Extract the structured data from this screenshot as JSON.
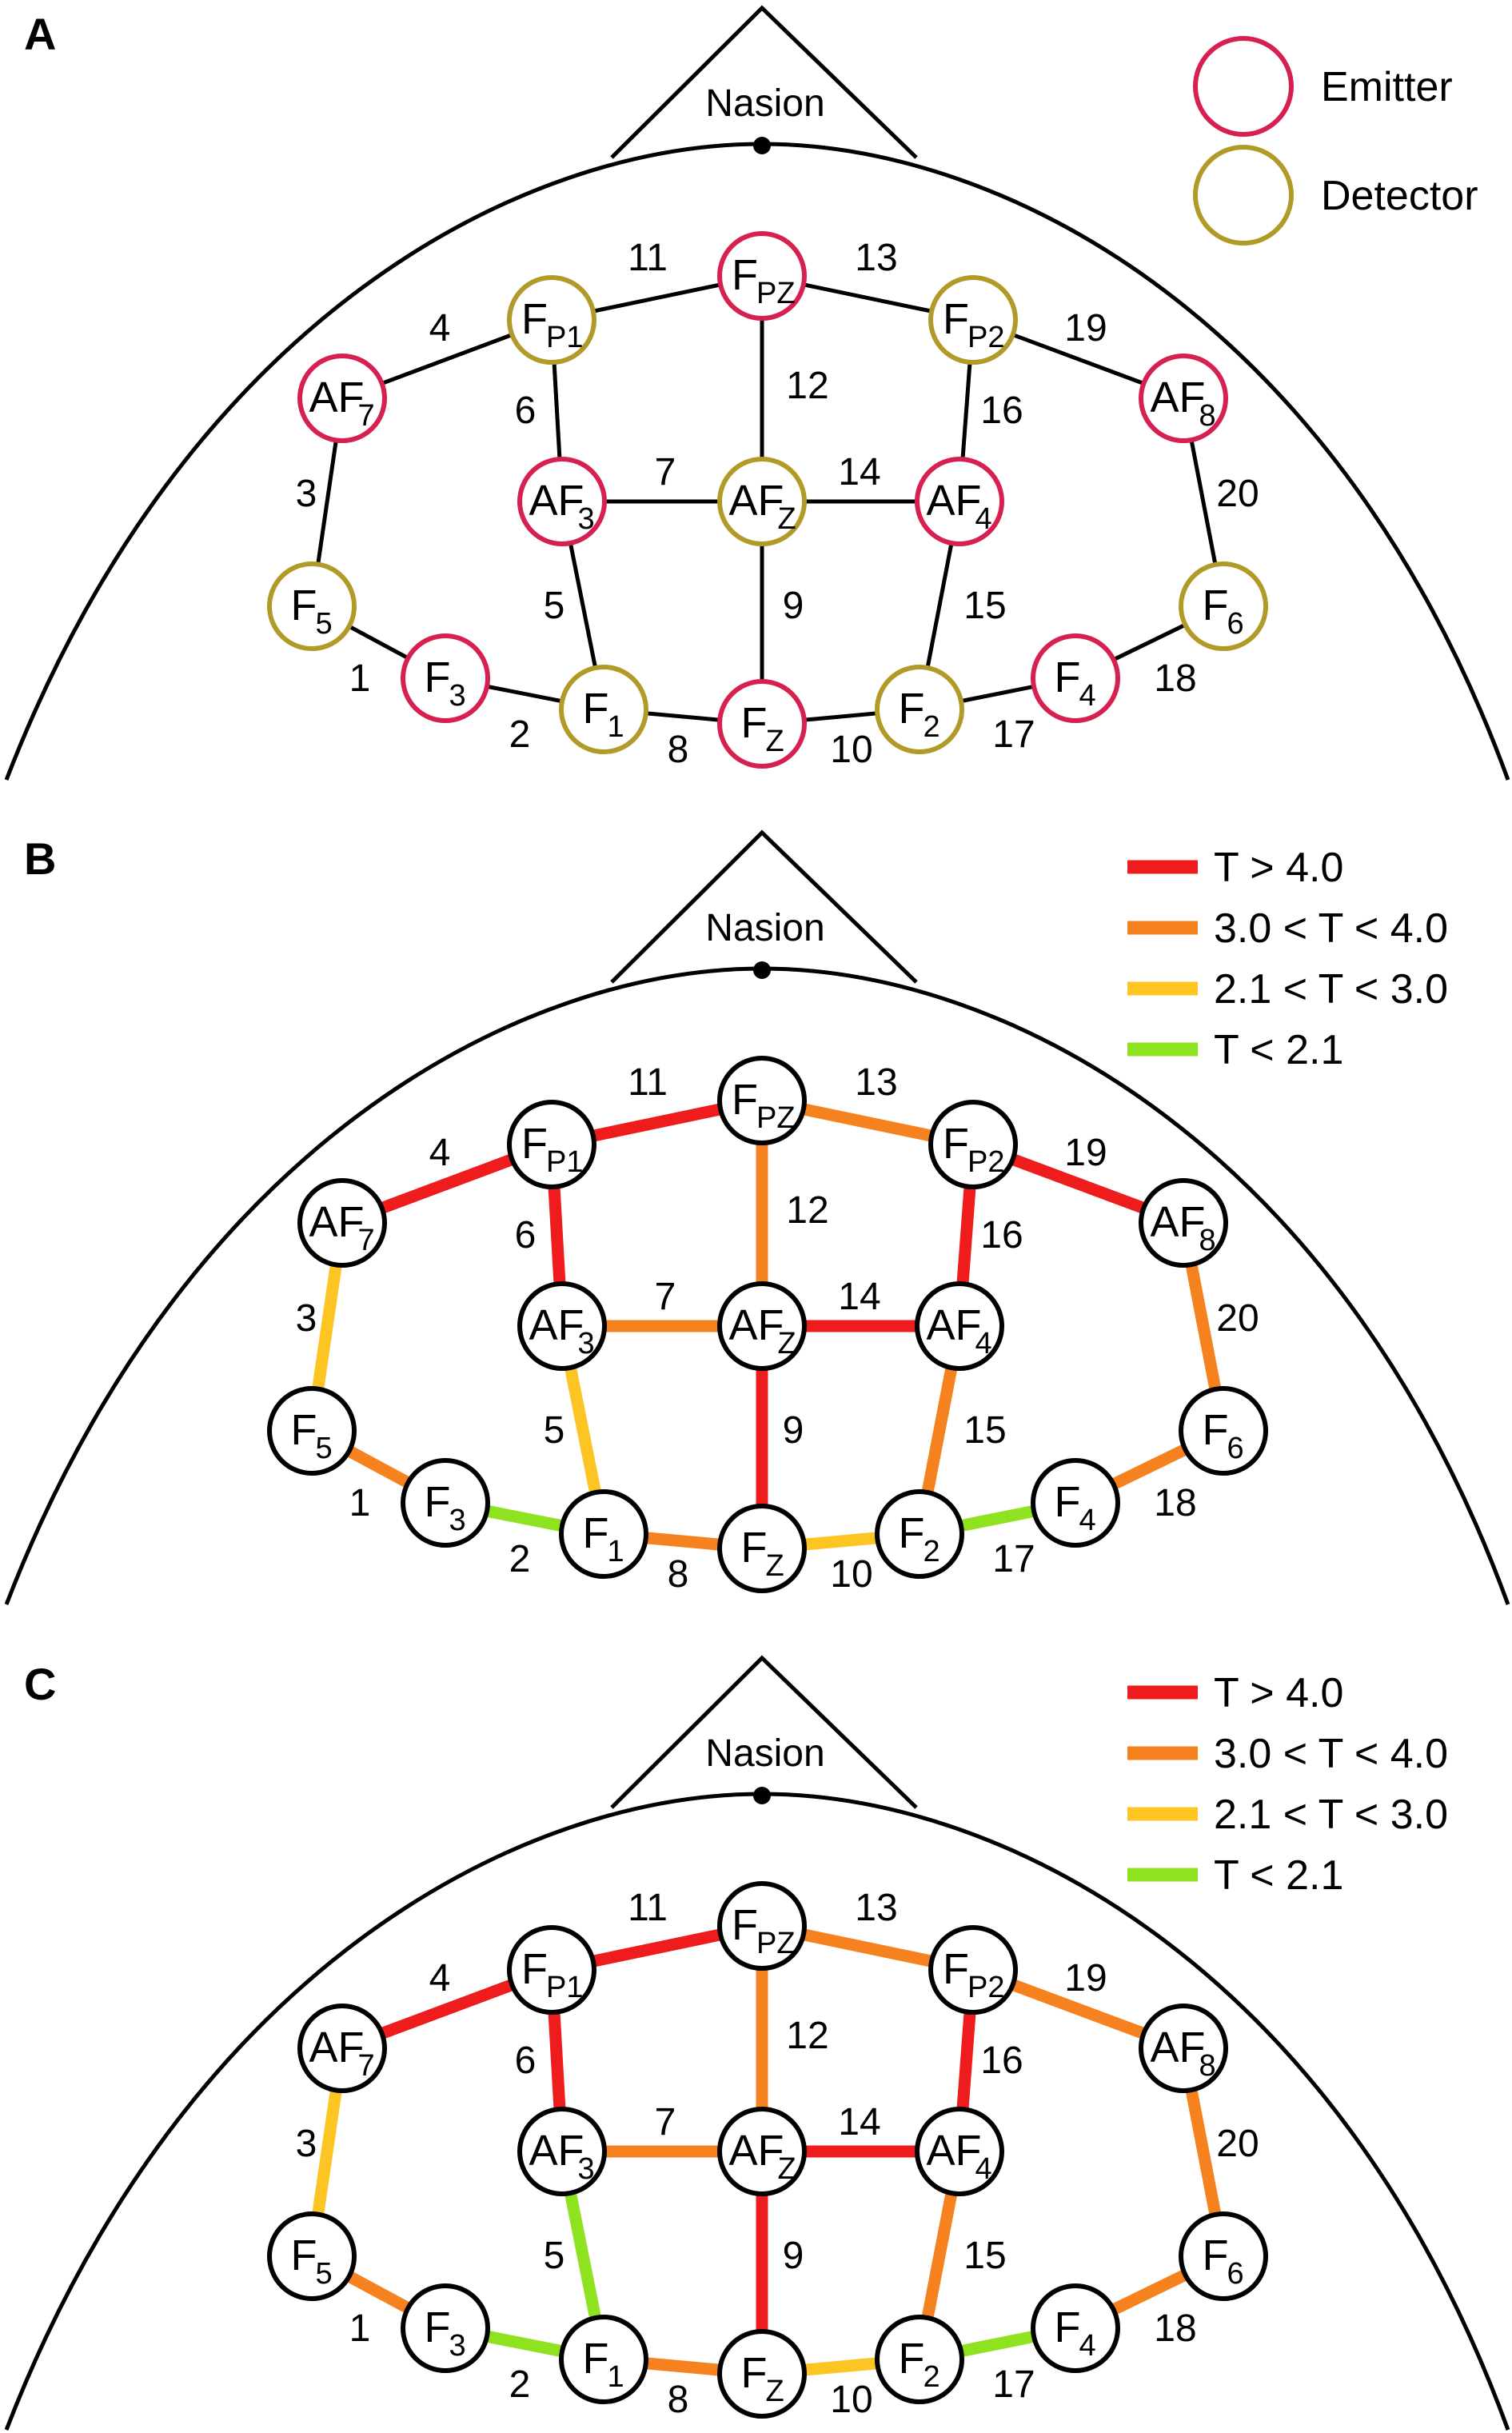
{
  "palette": {
    "emitter": "#d6204f",
    "detector": "#b29a29",
    "t_gt_4": "#ee1c1c",
    "t_3_4": "#f6821f",
    "t_21_3": "#fcc524",
    "t_lt_21": "#8fe21f",
    "black": "#000000"
  },
  "labels": {
    "nasion": "Nasion",
    "emitter": "Emitter",
    "detector": "Detector"
  },
  "nodes": [
    {
      "id": "FPZ",
      "main": "F",
      "sub": "PZ",
      "role": "emitter"
    },
    {
      "id": "FP1",
      "main": "F",
      "sub": "P1",
      "role": "detector"
    },
    {
      "id": "FP2",
      "main": "F",
      "sub": "P2",
      "role": "detector"
    },
    {
      "id": "AF7",
      "main": "AF",
      "sub": "7",
      "role": "emitter"
    },
    {
      "id": "AF8",
      "main": "AF",
      "sub": "8",
      "role": "emitter"
    },
    {
      "id": "AF3",
      "main": "AF",
      "sub": "3",
      "role": "emitter"
    },
    {
      "id": "AFZ",
      "main": "AF",
      "sub": "Z",
      "role": "detector"
    },
    {
      "id": "AF4",
      "main": "AF",
      "sub": "4",
      "role": "emitter"
    },
    {
      "id": "F5",
      "main": "F",
      "sub": "5",
      "role": "detector"
    },
    {
      "id": "F6",
      "main": "F",
      "sub": "6",
      "role": "detector"
    },
    {
      "id": "F3",
      "main": "F",
      "sub": "3",
      "role": "emitter"
    },
    {
      "id": "F1",
      "main": "F",
      "sub": "1",
      "role": "detector"
    },
    {
      "id": "FZ",
      "main": "F",
      "sub": "Z",
      "role": "emitter"
    },
    {
      "id": "F2",
      "main": "F",
      "sub": "2",
      "role": "detector"
    },
    {
      "id": "F4",
      "main": "F",
      "sub": "4",
      "role": "emitter"
    }
  ],
  "channels": [
    {
      "n": "1",
      "from": "F5",
      "to": "F3"
    },
    {
      "n": "2",
      "from": "F3",
      "to": "F1"
    },
    {
      "n": "3",
      "from": "AF7",
      "to": "F5"
    },
    {
      "n": "4",
      "from": "AF7",
      "to": "FP1"
    },
    {
      "n": "5",
      "from": "AF3",
      "to": "F1"
    },
    {
      "n": "6",
      "from": "FP1",
      "to": "AF3"
    },
    {
      "n": "7",
      "from": "AF3",
      "to": "AFZ"
    },
    {
      "n": "8",
      "from": "F1",
      "to": "FZ"
    },
    {
      "n": "9",
      "from": "AFZ",
      "to": "FZ"
    },
    {
      "n": "10",
      "from": "FZ",
      "to": "F2"
    },
    {
      "n": "11",
      "from": "FP1",
      "to": "FPZ"
    },
    {
      "n": "12",
      "from": "FPZ",
      "to": "AFZ"
    },
    {
      "n": "13",
      "from": "FPZ",
      "to": "FP2"
    },
    {
      "n": "14",
      "from": "AFZ",
      "to": "AF4"
    },
    {
      "n": "15",
      "from": "AF4",
      "to": "F2"
    },
    {
      "n": "16",
      "from": "FP2",
      "to": "AF4"
    },
    {
      "n": "17",
      "from": "F2",
      "to": "F4"
    },
    {
      "n": "18",
      "from": "F4",
      "to": "F6"
    },
    {
      "n": "19",
      "from": "FP2",
      "to": "AF8"
    },
    {
      "n": "20",
      "from": "AF8",
      "to": "F6"
    }
  ],
  "legend_tvalues": [
    {
      "label": "T > 4.0",
      "level": "t_gt_4"
    },
    {
      "label": "3.0 < T < 4.0",
      "level": "t_3_4"
    },
    {
      "label": "2.1 < T < 3.0",
      "level": "t_21_3"
    },
    {
      "label": "T < 2.1",
      "level": "t_lt_21"
    }
  ],
  "panels": [
    {
      "letter": "A",
      "mode": "layout",
      "channel_levels": {}
    },
    {
      "letter": "B",
      "mode": "tvalues",
      "channel_levels": {
        "1": "t_3_4",
        "2": "t_lt_21",
        "3": "t_21_3",
        "4": "t_gt_4",
        "5": "t_21_3",
        "6": "t_gt_4",
        "7": "t_3_4",
        "8": "t_3_4",
        "9": "t_gt_4",
        "10": "t_21_3",
        "11": "t_gt_4",
        "12": "t_3_4",
        "13": "t_3_4",
        "14": "t_gt_4",
        "15": "t_3_4",
        "16": "t_gt_4",
        "17": "t_lt_21",
        "18": "t_3_4",
        "19": "t_gt_4",
        "20": "t_3_4"
      }
    },
    {
      "letter": "C",
      "mode": "tvalues",
      "channel_levels": {
        "1": "t_3_4",
        "2": "t_lt_21",
        "3": "t_21_3",
        "4": "t_gt_4",
        "5": "t_lt_21",
        "6": "t_gt_4",
        "7": "t_3_4",
        "8": "t_3_4",
        "9": "t_gt_4",
        "10": "t_21_3",
        "11": "t_gt_4",
        "12": "t_3_4",
        "13": "t_3_4",
        "14": "t_gt_4",
        "15": "t_3_4",
        "16": "t_gt_4",
        "17": "t_lt_21",
        "18": "t_3_4",
        "19": "t_3_4",
        "20": "t_3_4"
      }
    }
  ]
}
